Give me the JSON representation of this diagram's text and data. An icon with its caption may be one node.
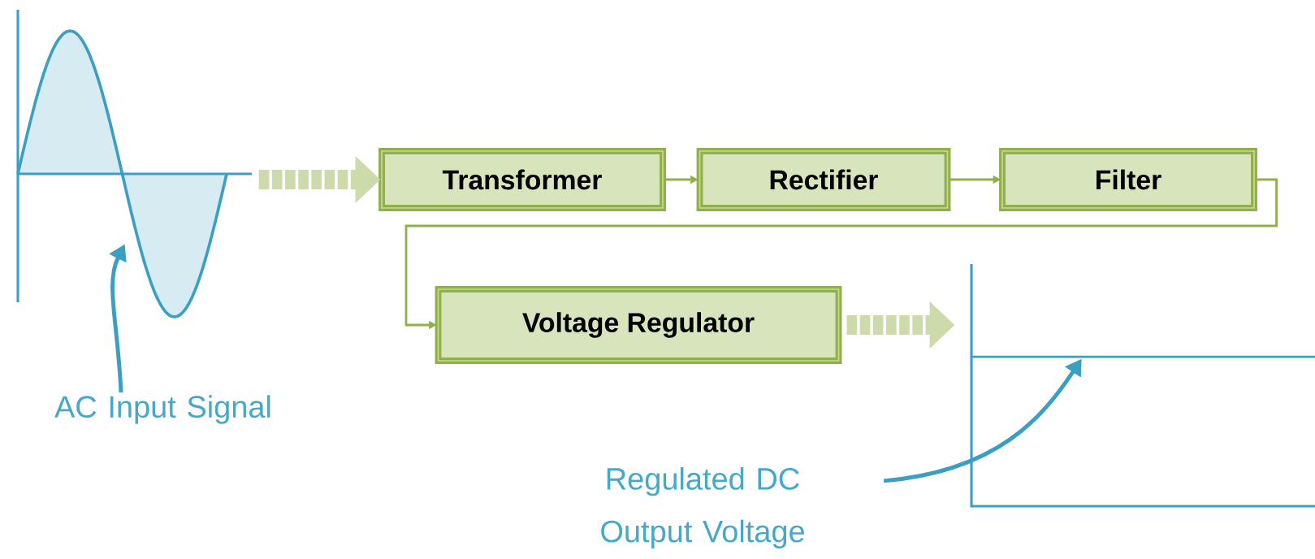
{
  "diagram": {
    "nodes": [
      {
        "text": [],
        "shape": "picture"
      },
      {
        "text": [
          "Transformer"
        ]
      },
      {
        "text": [
          "Rectifier"
        ]
      },
      {
        "text": [
          "Filter"
        ]
      },
      {
        "text": [
          "Voltage Regulator"
        ]
      },
      {
        "text": [],
        "shape": "picture"
      },
      {
        "text": [
          "AC Input Signal"
        ]
      },
      {
        "text": [
          "Regulated DC Output Voltage"
        ]
      }
    ],
    "edges": [
      {
        "from": 0,
        "to": 1,
        "arrow": "to",
        "style": "dashed",
        "color": "#cddbaa"
      },
      {
        "from": 1,
        "to": 2,
        "arrow": "to"
      },
      {
        "from": 2,
        "to": 3,
        "arrow": "to"
      },
      {
        "from": 3,
        "to": 4,
        "arrow": "to"
      },
      {
        "from": 4,
        "to": 5,
        "arrow": "to",
        "style": "dashed",
        "color": "#cddbaa"
      },
      {
        "from": 6,
        "to": 0,
        "arrow": "to",
        "color": "#3b9fc4"
      },
      {
        "from": 7,
        "to": 5,
        "arrow": "to",
        "color": "#3b9fc4"
      }
    ]
  }
}
